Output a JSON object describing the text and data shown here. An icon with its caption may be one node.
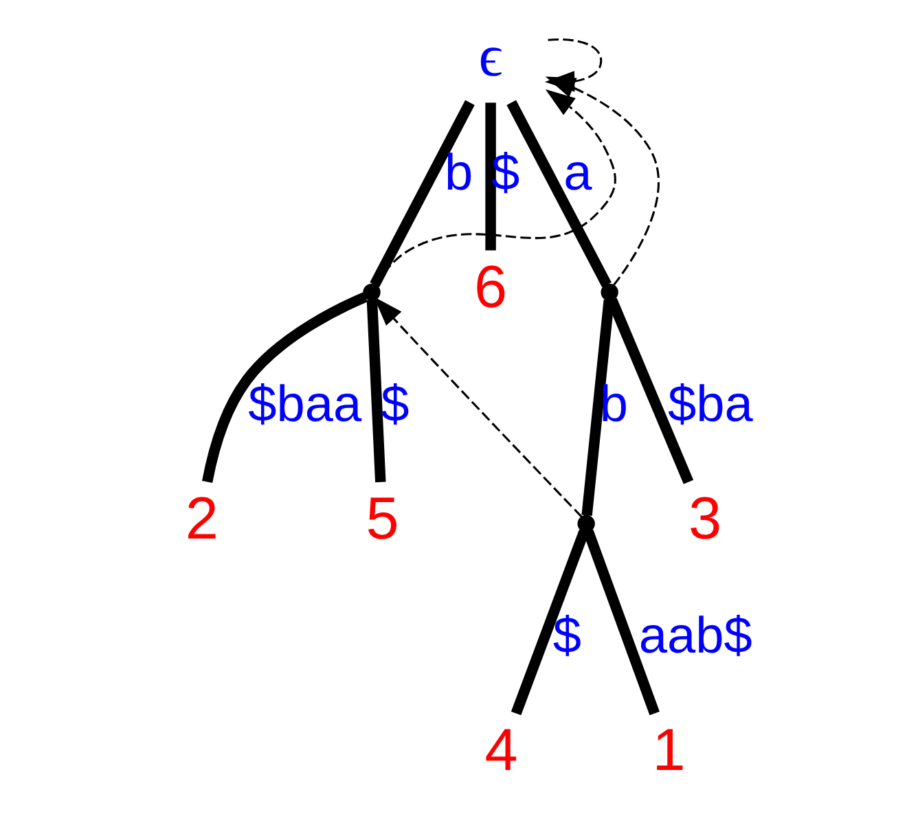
{
  "diagram": {
    "nodes": [
      {
        "text": [
          "ϵ"
        ]
      },
      {
        "text": [],
        "shape": "point"
      },
      {
        "text": [
          "2"
        ]
      },
      {
        "text": [
          "5"
        ]
      },
      {
        "text": [
          "6"
        ]
      },
      {
        "text": [],
        "shape": "point"
      },
      {
        "text": [
          "3"
        ]
      },
      {
        "text": [],
        "shape": "point"
      },
      {
        "text": [
          "4"
        ]
      },
      {
        "text": [
          "1"
        ]
      }
    ],
    "edges": [
      {
        "from": 0,
        "to": 1,
        "label": "b",
        "arrow": "none"
      },
      {
        "from": 1,
        "to": 2,
        "label": "$baa",
        "arrow": "none"
      },
      {
        "from": 1,
        "to": 3,
        "label": "$",
        "arrow": "none"
      },
      {
        "from": 0,
        "to": 4,
        "label": "$",
        "arrow": "none"
      },
      {
        "from": 0,
        "to": 5,
        "label": "a",
        "arrow": "none"
      },
      {
        "from": 5,
        "to": 6,
        "label": "$ba",
        "arrow": "none"
      },
      {
        "from": 5,
        "to": 7,
        "label": "b",
        "arrow": "none"
      },
      {
        "from": 7,
        "to": 8,
        "label": "$",
        "arrow": "none"
      },
      {
        "from": 7,
        "to": 9,
        "label": "aab$",
        "arrow": "none"
      },
      {
        "from": 1,
        "to": 0,
        "arrow": "to",
        "style": "dashed"
      },
      {
        "from": 5,
        "to": 0,
        "arrow": "to",
        "style": "dashed"
      },
      {
        "from": 7,
        "to": 1,
        "arrow": "to",
        "style": "dashed"
      },
      {
        "from": 0,
        "to": 0,
        "arrow": "to",
        "style": "dashed"
      }
    ]
  }
}
